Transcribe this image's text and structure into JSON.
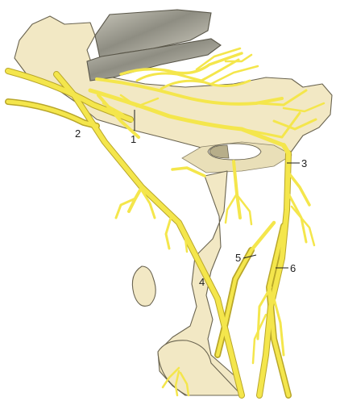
{
  "figure": {
    "colors": {
      "nerve": "#f4e64c",
      "nerve_outline": "#b8a62a",
      "bone": "#f2e8c4",
      "bone_outline": "#6a6450",
      "muscle_gray": "#9a9a8e",
      "label": "#1e1e1e"
    },
    "callouts": [
      {
        "id": "1",
        "text": "1"
      },
      {
        "id": "2",
        "text": "2"
      },
      {
        "id": "3",
        "text": "3"
      },
      {
        "id": "4",
        "text": "4"
      },
      {
        "id": "5",
        "text": "5"
      },
      {
        "id": "6",
        "text": "6"
      }
    ]
  }
}
